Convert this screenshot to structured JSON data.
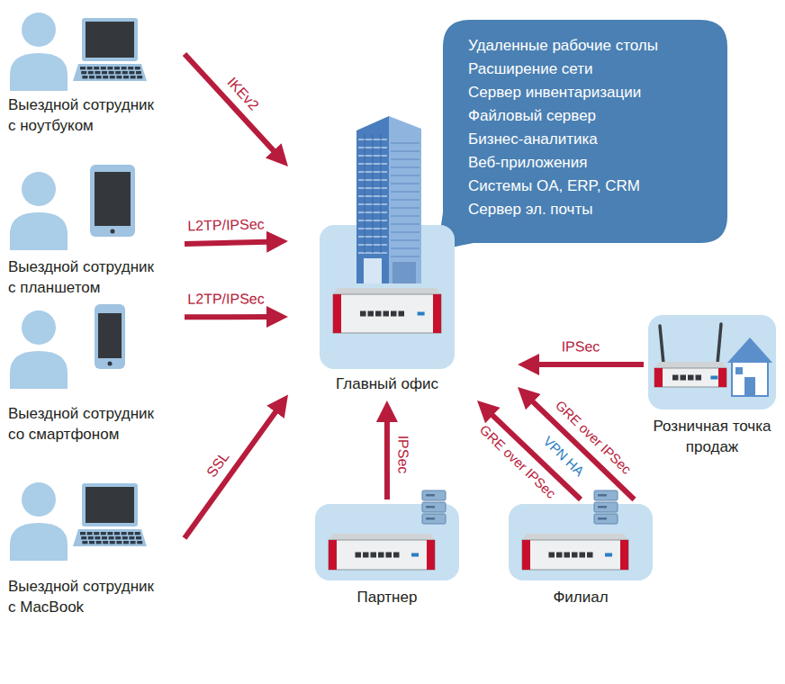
{
  "diagram": {
    "nodes": [
      {
        "text": [
          "Выездной сотрудник с ноутбуком"
        ]
      },
      {
        "text": [
          "Выездной сотрудник с планшетом"
        ]
      },
      {
        "text": [
          "Выездной сотрудник со смартфоном"
        ]
      },
      {
        "text": [
          "Выездной сотрудник с MacBook"
        ]
      },
      {
        "text": [
          "Удаленные рабочие столы",
          "Расширение сети",
          "Сервер инвентаризации",
          "Файловый сервер",
          "Бизнес-аналитика",
          "Веб-приложения",
          "Системы OA, ERP, CRM",
          "Сервер эл. почты"
        ]
      },
      {
        "text": [
          "Главный офис"
        ]
      },
      {
        "text": [
          "Розничная точка продаж"
        ]
      },
      {
        "text": [
          "Партнер"
        ]
      },
      {
        "text": [
          "Филиал"
        ]
      }
    ],
    "edges": [
      {
        "from": 0,
        "to": 5,
        "arrow": "to",
        "label": "IKEv2"
      },
      {
        "from": 1,
        "to": 5,
        "arrow": "to",
        "label": "L2TP/IPSec"
      },
      {
        "from": 2,
        "to": 5,
        "arrow": "to",
        "label": "L2TP/IPSec"
      },
      {
        "from": 3,
        "to": 5,
        "arrow": "to",
        "label": "SSL"
      },
      {
        "from": 6,
        "to": 5,
        "arrow": "to",
        "label": "IPSec"
      },
      {
        "from": 7,
        "to": 5,
        "arrow": "to",
        "label": "IPSec"
      },
      {
        "from": 8,
        "to": 5,
        "arrow": "to",
        "label": "GRE over IPSec"
      },
      {
        "from": 8,
        "to": 5,
        "arrow": "to",
        "label": "GRE over IPSec"
      }
    ],
    "labels": [
      "VPN HA"
    ]
  }
}
